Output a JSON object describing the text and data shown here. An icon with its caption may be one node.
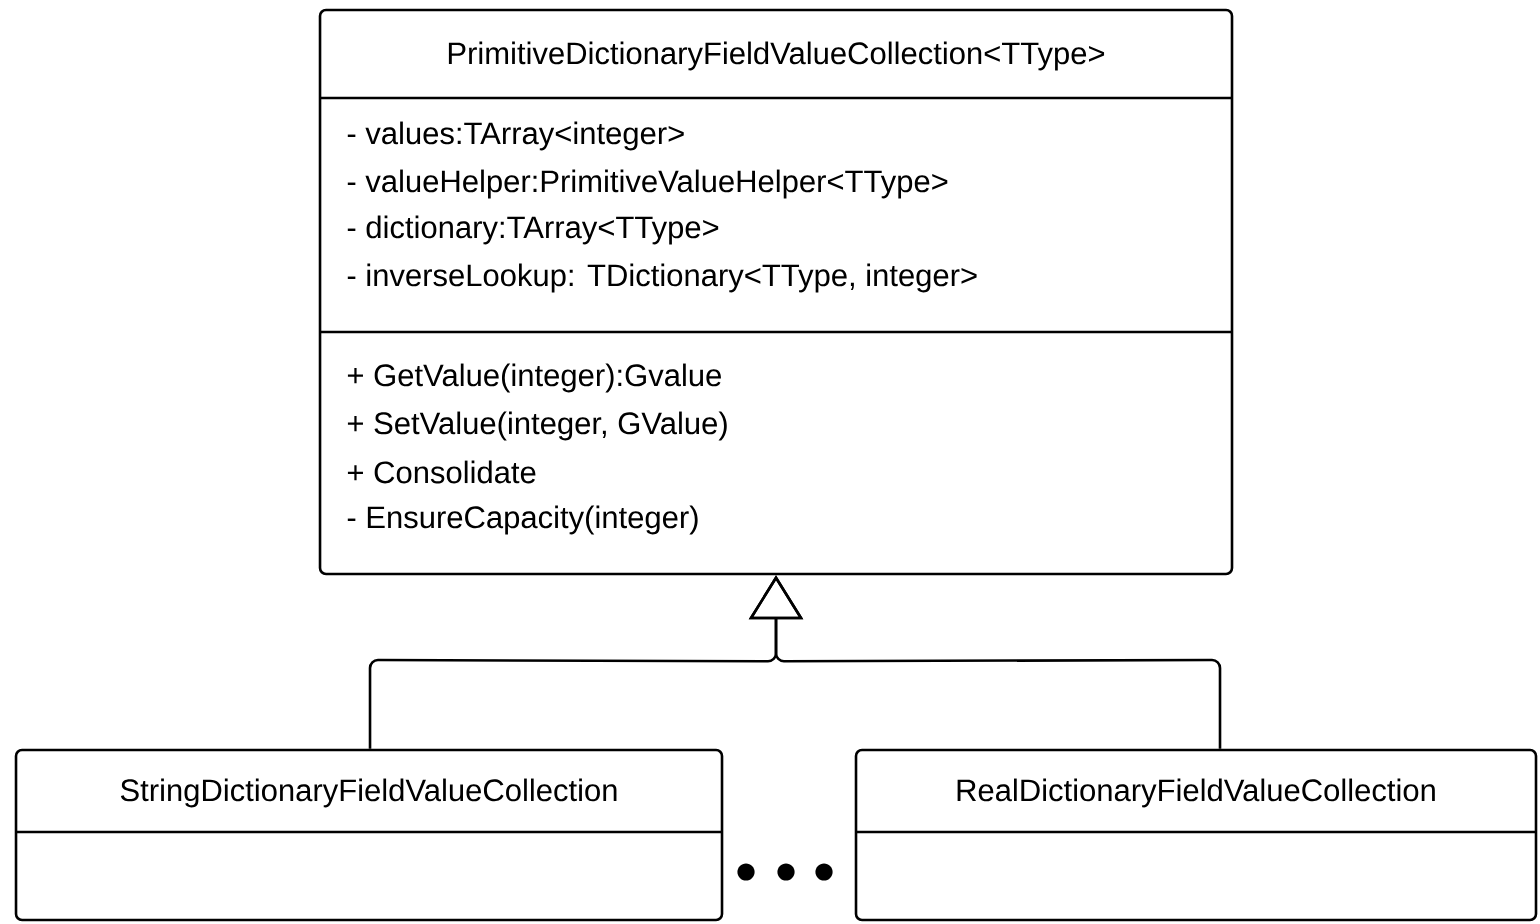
{
  "diagram": {
    "nodes": [
      {
        "text": [
          "PrimitiveDictionaryFieldValueCollection<TType>",
          "- values:TArray<integer>",
          "- valueHelper:PrimitiveValueHelper<TType>",
          "- dictionary:TArray<TType>",
          "- inverseLookup: TDictionary<TType, integer>",
          "+ GetValue(integer):Gvalue",
          "+ SetValue(integer, GValue)",
          "+ Consolidate",
          "- EnsureCapacity(integer)"
        ]
      },
      {
        "text": [
          "StringDictionaryFieldValueCollection"
        ]
      },
      {
        "text": [
          "RealDictionaryFieldValueCollection"
        ]
      }
    ],
    "edges": [
      {
        "from": 1,
        "to": 0,
        "arrow": "to"
      },
      {
        "from": 2,
        "to": 0,
        "arrow": "to"
      }
    ]
  }
}
